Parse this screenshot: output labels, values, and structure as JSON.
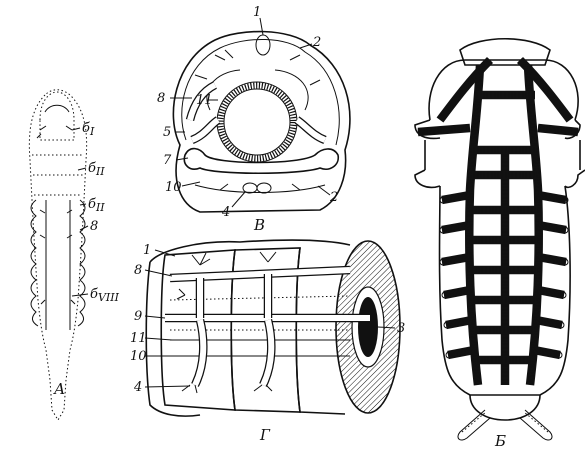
{
  "panels": {
    "A": {
      "caption": "А",
      "labels": {
        "b1": "б",
        "b1sub": "I",
        "b2": "б",
        "b2sub": "II",
        "b3": "б",
        "b3sub": "II",
        "n8": "8",
        "b8": "б",
        "b8sub": "VIII"
      }
    },
    "B": {
      "caption": "В",
      "labels": {
        "n1": "1",
        "n2a": "2",
        "n2b": "2",
        "n4": "4",
        "n5": "5",
        "n7": "7",
        "n8": "8",
        "n10": "10",
        "n11": "11"
      }
    },
    "G": {
      "caption": "Г",
      "labels": {
        "n1": "1",
        "n3": "3",
        "n4": "4",
        "n8": "8",
        "n9": "9",
        "n10": "10",
        "n11": "11"
      }
    },
    "Bb": {
      "caption": "Б"
    }
  }
}
